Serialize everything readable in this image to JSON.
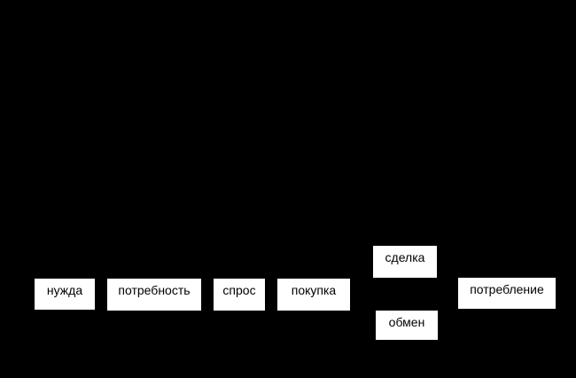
{
  "diagram": {
    "background": "#000000",
    "box_color": "#ffffff",
    "text_color": "#000000",
    "nodes": {
      "need": "нужда",
      "want": "потребность",
      "demand": "спрос",
      "purchase": "покупка",
      "deal": "сделка",
      "exchange": "обмен",
      "consumption": "потребление"
    }
  }
}
